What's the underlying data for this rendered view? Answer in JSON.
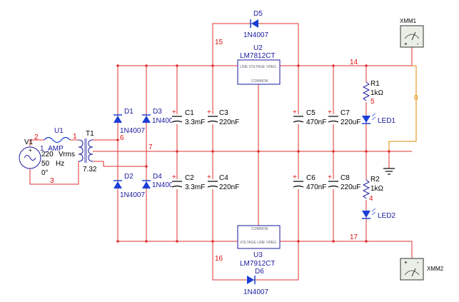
{
  "colors": {
    "wire": "#e03030",
    "diode": "#1a3fd6",
    "component": "#1a1aa0",
    "probe": "#e08a00",
    "text": "#000000"
  },
  "source": {
    "ref": "V1",
    "voltage": "220",
    "unit": "Vrms",
    "freq": "50",
    "freq_unit": "Hz",
    "phase": "0°"
  },
  "fuse": {
    "ref": "U1",
    "rating": "1_AMP"
  },
  "transformer": {
    "ref": "T1",
    "ratio": "7.32"
  },
  "diodes": [
    {
      "ref": "D1",
      "part": "1N4007"
    },
    {
      "ref": "D2",
      "part": "1N4007"
    },
    {
      "ref": "D3",
      "part": "1N4007"
    },
    {
      "ref": "D4",
      "part": "1N4007"
    },
    {
      "ref": "D5",
      "part": "1N4007"
    },
    {
      "ref": "D6",
      "part": "1N4007"
    }
  ],
  "capacitors": [
    {
      "ref": "C1",
      "value": "3.3mF"
    },
    {
      "ref": "C2",
      "value": "3.3mF"
    },
    {
      "ref": "C3",
      "value": "220nF"
    },
    {
      "ref": "C4",
      "value": "220nF"
    },
    {
      "ref": "C5",
      "value": "470nF"
    },
    {
      "ref": "C6",
      "value": "470nF"
    },
    {
      "ref": "C7",
      "value": "220uF"
    },
    {
      "ref": "C8",
      "value": "220uF"
    }
  ],
  "regulators": [
    {
      "ref": "U2",
      "part": "LM7812CT",
      "pin_in": "LINE VOLTAGE",
      "pin_out": "VREG",
      "pin_com": "COMMON"
    },
    {
      "ref": "U3",
      "part": "LM7912CT",
      "pin_in": "VOLTAGE LINE",
      "pin_out": "VREG",
      "pin_com": "COMMON"
    }
  ],
  "resistors": [
    {
      "ref": "R1",
      "value": "1kΩ"
    },
    {
      "ref": "R2",
      "value": "1kΩ"
    }
  ],
  "leds": [
    {
      "ref": "LED1"
    },
    {
      "ref": "LED2"
    }
  ],
  "meters": [
    {
      "ref": "XMM1"
    },
    {
      "ref": "XMM2"
    }
  ],
  "nets": {
    "n1": "1",
    "n2": "2",
    "n3": "3",
    "n4": "4",
    "n5": "5",
    "n6": "6",
    "n7": "7",
    "n14": "14",
    "n15": "15",
    "n16": "16",
    "n17": "17",
    "n0": "0"
  }
}
